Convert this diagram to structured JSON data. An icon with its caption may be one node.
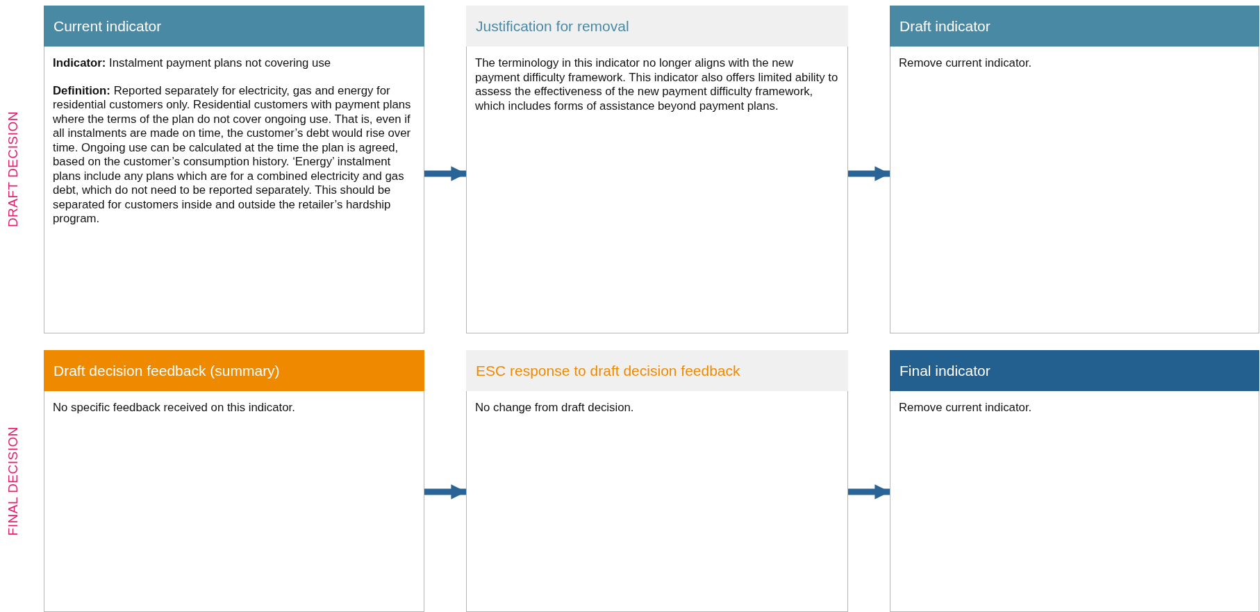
{
  "diagram": {
    "nodes": [
      {
        "text": [
          "Current indicator",
          "**Indicator:** Instalment payment plans not covering use",
          "**Definition:** Reported separately for electricity, gas and energy for residential customers only. Residential customers with payment plans where the terms of the plan do not cover ongoing use. That is, even if all instalments are made on time, the customer’s debt would rise over time. Ongoing use can be calculated at the time the plan is agreed, based on the customer’s consumption history. ‘Energy’ instalment plans include any plans which are for a combined electricity and gas debt, which do not need to be reported separately. This should be separated for customers inside and outside the retailer’s hardship program."
        ]
      },
      {
        "text": [
          "Justification for removal",
          "The terminology in this indicator no longer aligns with the new payment difficulty framework. This indicator also offers limited ability to assess the effectiveness of the new payment difficulty framework, which includes forms of assistance beyond payment plans."
        ]
      },
      {
        "text": [
          "Draft indicator",
          "Remove current indicator."
        ]
      },
      {
        "text": [
          "Draft decision feedback (summary)",
          "No specific feedback received on this indicator."
        ]
      },
      {
        "text": [
          "ESC response to draft decision feedback",
          "No change from draft decision."
        ]
      },
      {
        "text": [
          "Final indicator",
          "Remove current indicator."
        ]
      }
    ],
    "edges": [
      {
        "from": 0,
        "to": 1,
        "arrow": "to"
      },
      {
        "from": 1,
        "to": 2,
        "arrow": "to"
      },
      {
        "from": 3,
        "to": 4,
        "arrow": "to"
      },
      {
        "from": 4,
        "to": 5,
        "arrow": "to"
      }
    ],
    "labels": [
      "DRAFT DECISION",
      "FINAL DECISION"
    ]
  }
}
